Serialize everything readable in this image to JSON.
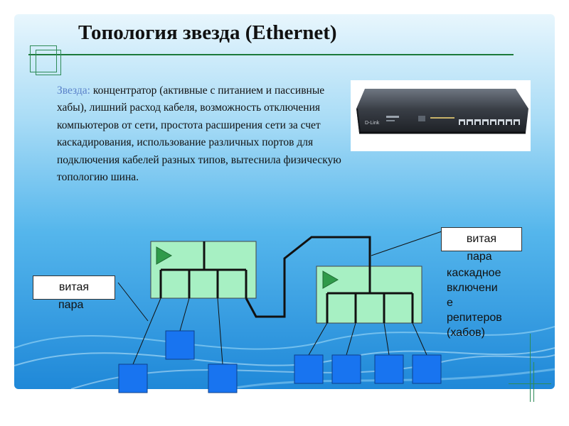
{
  "title": "Топология звезда (Ethernet)",
  "description": {
    "heading": "Звезда:",
    "text": " концентратор (активные с питанием и пассивные хабы), лишний расход кабеля, возможность отключения компьютеров от сети, простота расширения сети за счет каскадирования, использование различных портов для подключения кабелей разных типов, вытеснила физическую топологию шина."
  },
  "device": {
    "brand": "D-Link"
  },
  "labels": {
    "left_box": "витая",
    "left_caption": "пара",
    "right_box": "витая",
    "right_caption": [
      "пара",
      "каскадное",
      "включени",
      "е",
      "репитеров",
      "(хабов)"
    ]
  },
  "colors": {
    "hub_fill": "#a7f0c3",
    "computer_fill": "#1874f0",
    "arrow_fill": "#2f9a4a",
    "cable": "#111111"
  }
}
